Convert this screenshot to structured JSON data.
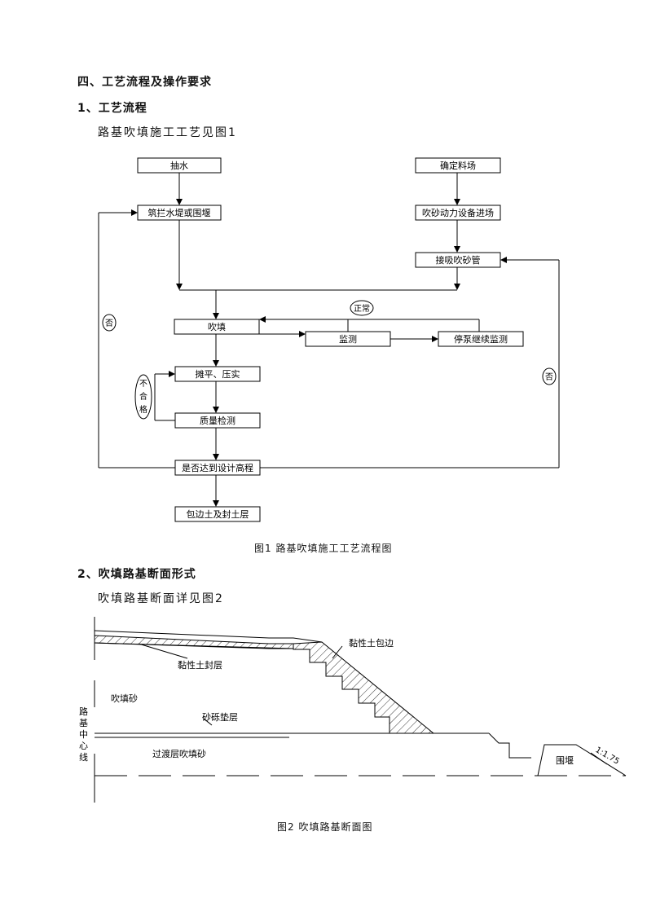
{
  "section": {
    "title": "四、工艺流程及操作要求",
    "sub1": "1、工艺流程",
    "para1": "路基吹填施工工艺见图1",
    "sub2": "2、吹填路基断面形式",
    "para2": "吹填路基断面详见图2"
  },
  "flowchart": {
    "pump_water": "抽水",
    "dike": "筑拦水堤或围堰",
    "select_site": "确定料场",
    "equipment_entry": "吹砂动力设备进场",
    "connect_pipe": "接吸吹砂管",
    "fill": "吹填",
    "monitor": "监测",
    "stop_monitor": "停泵继续监测",
    "level_compact": "摊平、压实",
    "quality_check": "质量检测",
    "reach_height": "是否达到设计高程",
    "cover_soil": "包边土及封土层",
    "normal": "正常",
    "fail": [
      "不",
      "合",
      "格"
    ],
    "no_left": "否",
    "no_right": "否"
  },
  "figure1_caption": "图1 路基吹填施工工艺流程图",
  "section_diagram": {
    "clay_edge": "黏性土包边",
    "clay_seal": "黏性土封层",
    "fill_sand": "吹填砂",
    "gravel_layer": "砂砾垫层",
    "transition": "过渡层吹填砂",
    "cofferdam": "围堰",
    "slope": "1:1.75",
    "centerline": [
      "路",
      "基",
      "中",
      "心",
      "线"
    ]
  },
  "figure2_caption": "图2 吹填路基断面图"
}
